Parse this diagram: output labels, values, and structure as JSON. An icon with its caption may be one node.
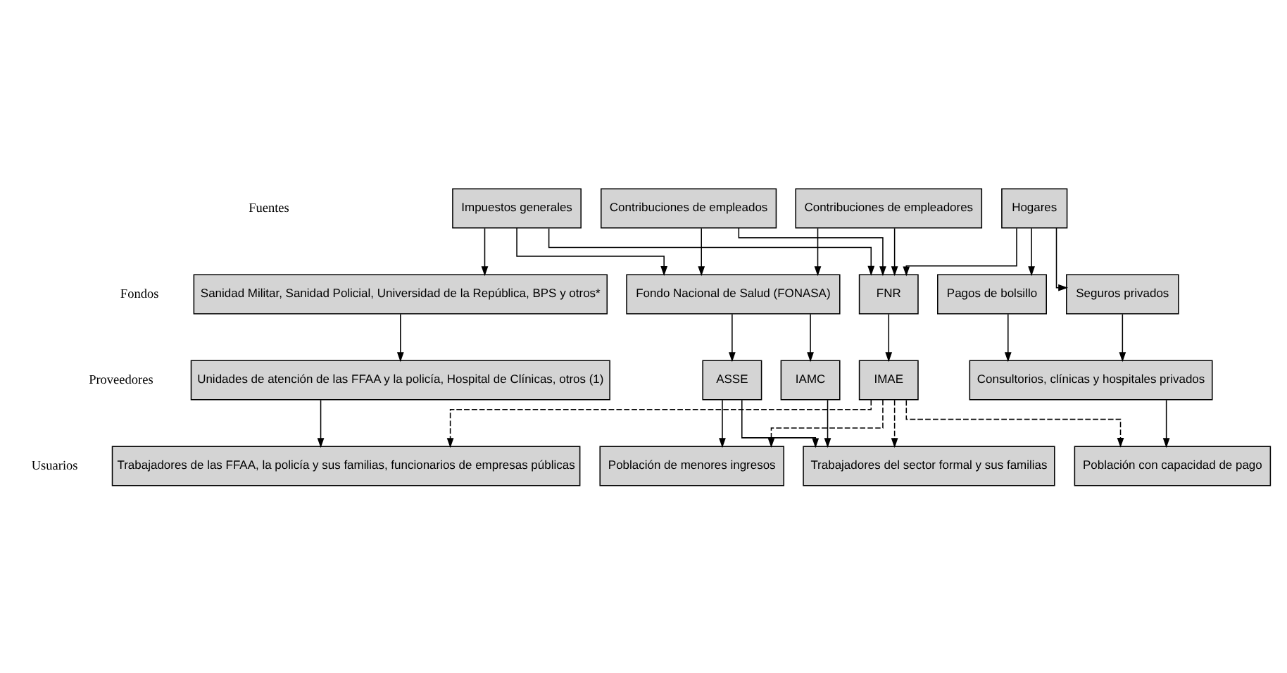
{
  "diagram": {
    "nodes": [
      {
        "text": [
          "Impuestos generales"
        ]
      },
      {
        "text": [
          "Contribuciones de empleados"
        ]
      },
      {
        "text": [
          "Contribuciones de empleadores"
        ]
      },
      {
        "text": [
          "Hogares"
        ]
      },
      {
        "text": [
          "Sanidad Militar, Sanidad Policial, Universidad de la República, BPS y otros*"
        ]
      },
      {
        "text": [
          "Fondo Nacional de Salud (FONASA)"
        ]
      },
      {
        "text": [
          "FNR"
        ]
      },
      {
        "text": [
          "Pagos de bolsillo"
        ]
      },
      {
        "text": [
          "Seguros privados"
        ]
      },
      {
        "text": [
          "Unidades de atención de las FFAA y la policía, Hospital de Clínicas, otros (1)"
        ]
      },
      {
        "text": [
          "ASSE"
        ]
      },
      {
        "text": [
          "IAMC"
        ]
      },
      {
        "text": [
          "IMAE"
        ]
      },
      {
        "text": [
          "Consultorios, clínicas y hospitales privados"
        ]
      },
      {
        "text": [
          "Trabajadores de las FFAA, la policía y sus familias, funcionarios de empresas públicas"
        ]
      },
      {
        "text": [
          "Población de menores ingresos"
        ]
      },
      {
        "text": [
          "Trabajadores del sector formal y sus familias"
        ]
      },
      {
        "text": [
          "Población con capacidad de pago"
        ]
      }
    ],
    "edges": [
      {
        "from": 0,
        "to": 4,
        "arrow": "to"
      },
      {
        "from": 0,
        "to": 5,
        "arrow": "to"
      },
      {
        "from": 0,
        "to": 6,
        "arrow": "to"
      },
      {
        "from": 1,
        "to": 5,
        "arrow": "to"
      },
      {
        "from": 1,
        "to": 6,
        "arrow": "to"
      },
      {
        "from": 2,
        "to": 5,
        "arrow": "to"
      },
      {
        "from": 2,
        "to": 6,
        "arrow": "to"
      },
      {
        "from": 3,
        "to": 6,
        "arrow": "to"
      },
      {
        "from": 3,
        "to": 7,
        "arrow": "to"
      },
      {
        "from": 3,
        "to": 8,
        "arrow": "to"
      },
      {
        "from": 4,
        "to": 9,
        "arrow": "to"
      },
      {
        "from": 5,
        "to": 10,
        "arrow": "to"
      },
      {
        "from": 5,
        "to": 11,
        "arrow": "to"
      },
      {
        "from": 6,
        "to": 12,
        "arrow": "to"
      },
      {
        "from": 7,
        "to": 13,
        "arrow": "to"
      },
      {
        "from": 8,
        "to": 13,
        "arrow": "to"
      },
      {
        "from": 9,
        "to": 14,
        "arrow": "to"
      },
      {
        "from": 10,
        "to": 15,
        "arrow": "to"
      },
      {
        "from": 10,
        "to": 16,
        "arrow": "to"
      },
      {
        "from": 11,
        "to": 16,
        "arrow": "to"
      },
      {
        "from": 12,
        "to": 14,
        "arrow": "to",
        "style": "dashed"
      },
      {
        "from": 12,
        "to": 15,
        "arrow": "to",
        "style": "dashed"
      },
      {
        "from": 12,
        "to": 16,
        "arrow": "to",
        "style": "dashed"
      },
      {
        "from": 12,
        "to": 17,
        "arrow": "to",
        "style": "dashed"
      },
      {
        "from": 13,
        "to": 17,
        "arrow": "to"
      }
    ],
    "labels": [
      "Fuentes",
      "Fondos",
      "Proveedores",
      "Usuarios"
    ]
  }
}
